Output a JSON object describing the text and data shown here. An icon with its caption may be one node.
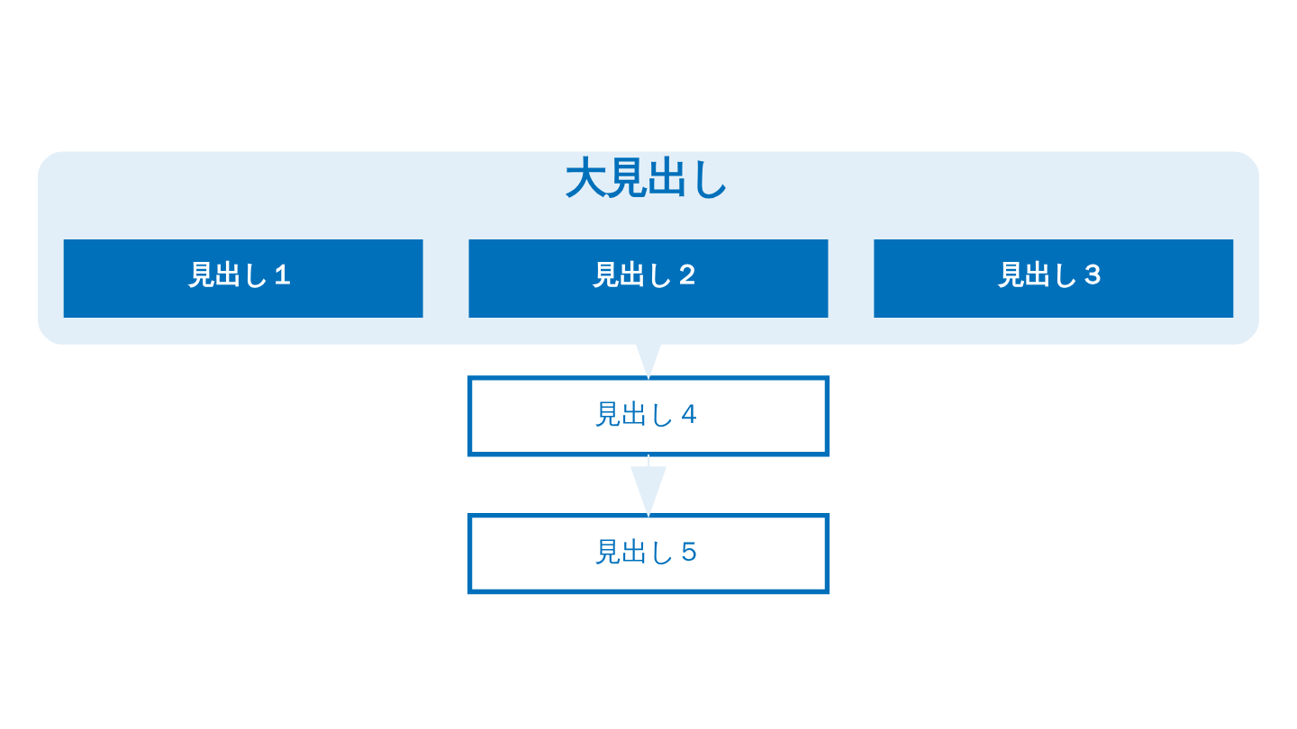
{
  "diagram": {
    "nodes": [
      {
        "text": [
          "大見出し"
        ]
      },
      {
        "text": [
          "見出し１"
        ],
        "in": 0
      },
      {
        "text": [
          "見出し２"
        ],
        "in": 0
      },
      {
        "text": [
          "見出し３"
        ],
        "in": 0
      },
      {
        "text": [
          "見出し４"
        ]
      },
      {
        "text": [
          "見出し５"
        ]
      }
    ],
    "edges": [
      {
        "from": 0,
        "to": 4,
        "arrow": "to"
      },
      {
        "from": 4,
        "to": 5,
        "arrow": "to"
      }
    ]
  }
}
